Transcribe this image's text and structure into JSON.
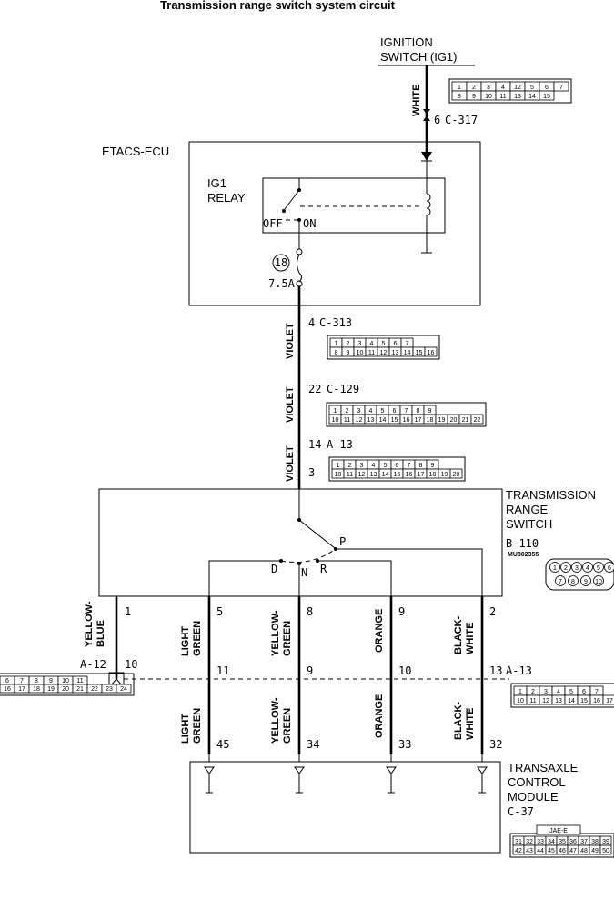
{
  "title": "Transmission range switch system circuit",
  "ignition": {
    "line1": "IGNITION",
    "line2": "SWITCH (IG1)",
    "wire": "WHITE",
    "pin": "6",
    "connector": "C-317",
    "cells_row1": [
      "1",
      "2",
      "3",
      "4",
      "12",
      "5",
      "6",
      "7"
    ],
    "cells_row2": [
      "8",
      "9",
      "10",
      "11",
      "13",
      "14",
      "15"
    ]
  },
  "etacs": {
    "label": "ETACS-ECU",
    "relay_line1": "IG1",
    "relay_line2": "RELAY",
    "off": "OFF",
    "on": "ON",
    "fuse_no": "18",
    "fuse_rating": "7.5A"
  },
  "c313": {
    "pin": "4",
    "connector": "C-313",
    "wire": "VIOLET",
    "cells_row1": [
      "1",
      "2",
      "3",
      "4",
      "5",
      "6",
      "7"
    ],
    "cells_row2": [
      "8",
      "9",
      "10",
      "11",
      "12",
      "13",
      "14",
      "15",
      "16"
    ]
  },
  "c129": {
    "pin": "22",
    "connector": "C-129",
    "wire": "VIOLET",
    "cells_row1": [
      "1",
      "2",
      "3",
      "4",
      "5",
      "6",
      "7",
      "8",
      "9"
    ],
    "cells_row2": [
      "10",
      "11",
      "12",
      "13",
      "14",
      "15",
      "16",
      "17",
      "18",
      "19",
      "20",
      "21",
      "22"
    ]
  },
  "a13_top": {
    "pin_upper": "14",
    "connector": "A-13",
    "pin_lower": "3",
    "wire": "VIOLET",
    "cells_row1": [
      "1",
      "2",
      "3",
      "4",
      "5",
      "6",
      "7",
      "8",
      "9"
    ],
    "cells_row2": [
      "10",
      "11",
      "12",
      "13",
      "14",
      "15",
      "16",
      "17",
      "18",
      "19",
      "20"
    ]
  },
  "trs": {
    "line1": "TRANSMISSION",
    "line2": "RANGE",
    "line3": "SWITCH",
    "connector": "B-110",
    "part": "MU802355",
    "pos_p": "P",
    "pos_d": "D",
    "pos_n": "N",
    "pos_r": "R",
    "face_row1": [
      "1",
      "2",
      "3",
      "4",
      "5",
      "6"
    ],
    "face_row2": [
      "7",
      "8",
      "9",
      "10"
    ]
  },
  "wires": {
    "yellow_blue": {
      "l1": "YELLOW-",
      "l2": "BLUE",
      "pin": "1",
      "connector": "A-12",
      "pin2": "10"
    },
    "light_green": {
      "l1": "LIGHT",
      "l2": "GREEN",
      "pin_top": "5",
      "pin_mid": "11",
      "pin_bot": "45"
    },
    "yellow_green": {
      "l1": "YELLOW-",
      "l2": "GREEN",
      "pin_top": "8",
      "pin_mid": "9",
      "pin_bot": "34"
    },
    "orange": {
      "l1": "ORANGE",
      "pin_top": "9",
      "pin_mid": "10",
      "pin_bot": "33"
    },
    "black_white": {
      "l1": "BLACK-",
      "l2": "WHITE",
      "pin_top": "2",
      "pin_mid": "13",
      "pin_bot": "32",
      "connector": "A-13"
    }
  },
  "a12": {
    "cells_row1": [
      "6",
      "7",
      "8",
      "9",
      "10",
      "11"
    ],
    "cells_row2": [
      "16",
      "17",
      "18",
      "19",
      "20",
      "21",
      "22",
      "23",
      "24"
    ]
  },
  "a13_mid": {
    "cells_row1": [
      "1",
      "2",
      "3",
      "4",
      "5",
      "6",
      "7"
    ],
    "cells_row2": [
      "10",
      "11",
      "12",
      "13",
      "14",
      "15",
      "16",
      "17"
    ]
  },
  "tcm": {
    "line1": "TRANSAXLE",
    "line2": "CONTROL",
    "line3": "MODULE",
    "connector": "C-37",
    "badge": "JAE-E",
    "cells_row1": [
      "31",
      "32",
      "33",
      "34",
      "35",
      "36",
      "37",
      "38",
      "39"
    ],
    "cells_row2": [
      "42",
      "43",
      "44",
      "45",
      "46",
      "47",
      "48",
      "49",
      "50"
    ]
  }
}
